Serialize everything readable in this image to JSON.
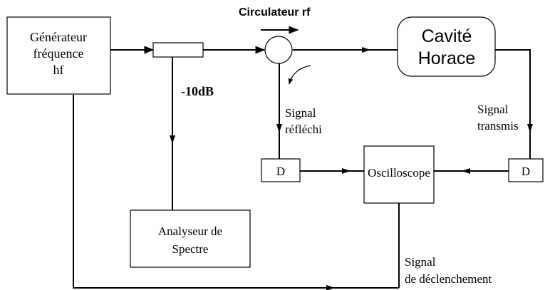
{
  "blocks": {
    "generator": [
      "Générateur",
      "fréquence",
      "hf"
    ],
    "circulator_label": "Circulateur rf",
    "cavity": [
      "Cavité",
      "Horace"
    ],
    "attenuation": "-10dB",
    "reflected_signal": [
      "Signal",
      "réfléchi"
    ],
    "transmitted_signal": [
      "Signal",
      "transmis"
    ],
    "detector_left": "D",
    "detector_right": "D",
    "oscilloscope": "Oscilloscope",
    "spectrum_analyzer": [
      "Analyseur de",
      "Spectre"
    ],
    "trigger_signal": [
      "Signal",
      "de déclenchement"
    ]
  }
}
